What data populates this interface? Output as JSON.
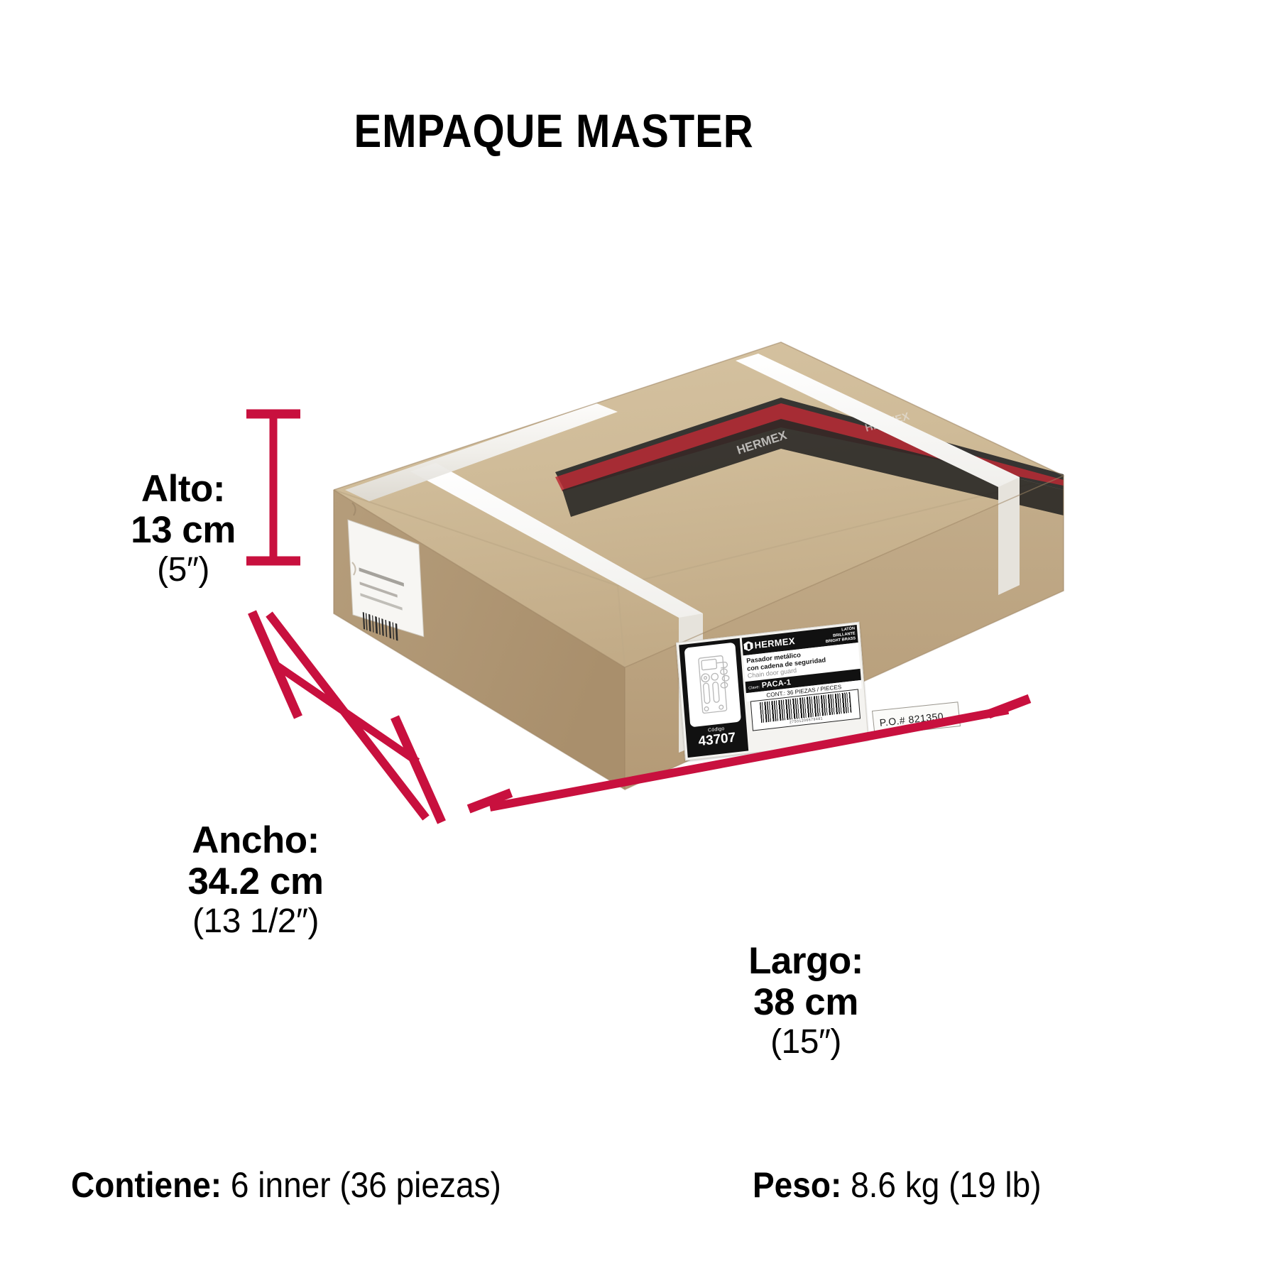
{
  "page": {
    "title": "EMPAQUE MASTER",
    "background_color": "#ffffff",
    "accent_color": "#C8103E"
  },
  "dimensions": {
    "height": {
      "label": "Alto:",
      "metric": "13 cm",
      "imperial": "(5″)"
    },
    "width": {
      "label": "Ancho:",
      "metric": "34.2 cm",
      "imperial": "(13 1/2″)"
    },
    "length": {
      "label": "Largo:",
      "metric": "38 cm",
      "imperial": "(15″)"
    }
  },
  "footer": {
    "contents_label": "Contiene:",
    "contents_value": "6 inner (36 piezas)",
    "weight_label": "Peso:",
    "weight_value": "8.6 kg (19 lb)"
  },
  "product_label": {
    "brand": "HERMEX",
    "finish_line1": "LATÓN",
    "finish_line2": "BRILLANTE",
    "finish_line3": "BRIGHT BRASS",
    "description_es_line1": "Pasador metálico",
    "description_es_line2": "con cadena de seguridad",
    "description_en": "Chain door guard",
    "clave_label": "Clave:",
    "clave_value": "PACA-1",
    "content_text": "CONT.: 36 PIEZAS / PIECES",
    "barcode_number": "27501206679481",
    "codigo_label": "Código",
    "codigo_value": "43707"
  },
  "po_sticker": {
    "text": "P.O.# 821350"
  }
}
